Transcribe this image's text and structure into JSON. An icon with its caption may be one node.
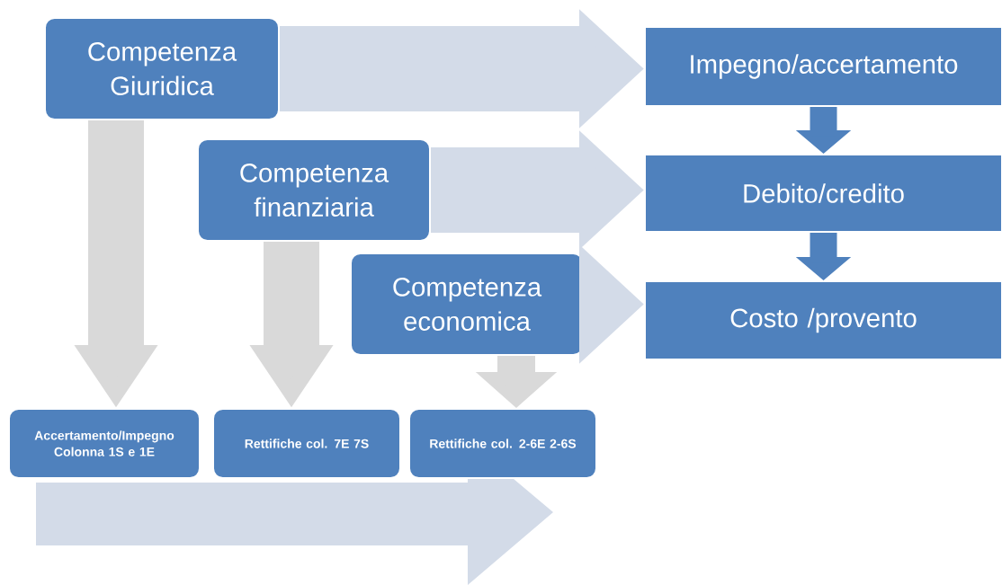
{
  "diagram": {
    "nodes": [
      {
        "text": [
          "Competenza Giuridica"
        ]
      },
      {
        "text": [
          "Competenza finanziaria"
        ]
      },
      {
        "text": [
          "Competenza economica"
        ]
      },
      {
        "text": [
          "Impegno/accertamento"
        ]
      },
      {
        "text": [
          "Debito/credito"
        ]
      },
      {
        "text": [
          "Costo /provento"
        ]
      },
      {
        "text": [
          "Accertamento/Impegno Colonna 1S e 1E"
        ]
      },
      {
        "text": [
          "Rettifiche col.  7E 7S"
        ]
      },
      {
        "text": [
          "Rettifiche col. 2-6E 2-6S"
        ]
      }
    ],
    "edges": [
      {
        "from": 0,
        "to": 3,
        "arrow": "to"
      },
      {
        "from": 1,
        "to": 4,
        "arrow": "to"
      },
      {
        "from": 2,
        "to": 5,
        "arrow": "to"
      },
      {
        "from": 3,
        "to": 4,
        "arrow": "to",
        "color": "#4f81bd"
      },
      {
        "from": 4,
        "to": 5,
        "arrow": "to",
        "color": "#4f81bd"
      },
      {
        "from": 0,
        "to": 6,
        "arrow": "to"
      },
      {
        "from": 1,
        "to": 7,
        "arrow": "to"
      },
      {
        "from": 2,
        "to": 8,
        "arrow": "to"
      }
    ]
  }
}
